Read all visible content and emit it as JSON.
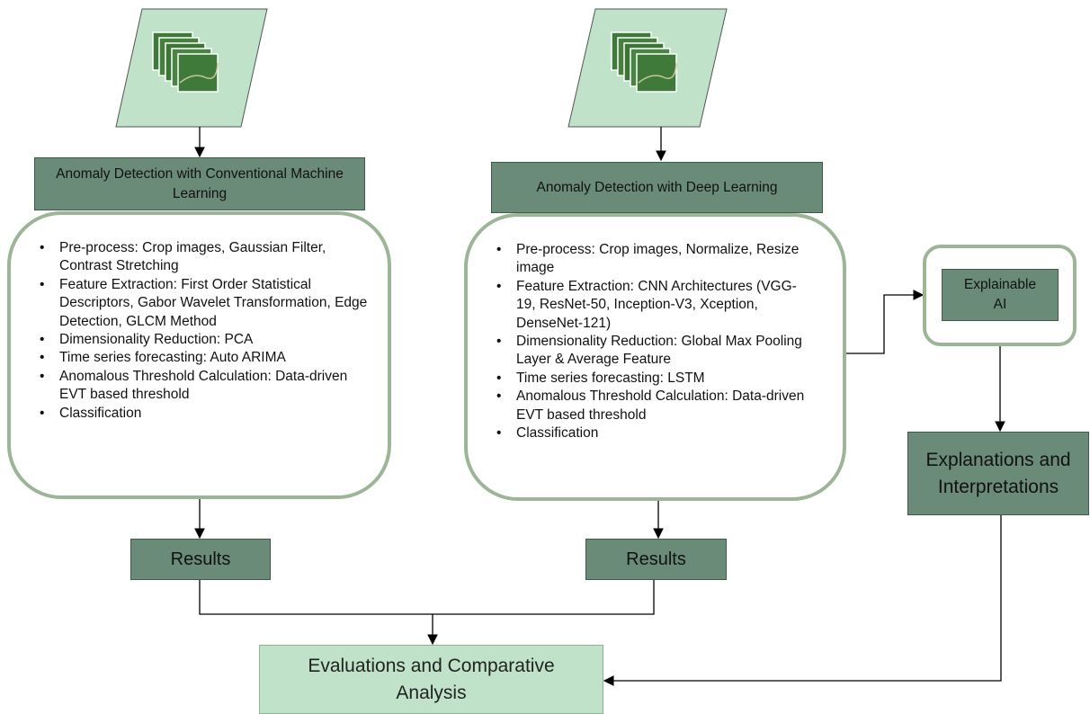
{
  "colors": {
    "dark_box_fill": "#6b8b79",
    "light_box_fill": "#bfe2c8",
    "rounded_border": "#9db597",
    "satellite_tile": "#3f7a3a",
    "arrow": "#000000"
  },
  "icons": {
    "input_left": "satellite-image-stack-icon",
    "input_right": "satellite-image-stack-icon"
  },
  "left": {
    "title": "Anomaly Detection with Conventional Machine Learning",
    "steps": [
      "Pre-process: Crop images, Gaussian Filter, Contrast Stretching",
      "Feature Extraction: First Order Statistical Descriptors, Gabor Wavelet Transformation, Edge Detection, GLCM Method",
      "Dimensionality Reduction: PCA",
      "Time series forecasting: Auto ARIMA",
      "Anomalous Threshold Calculation: Data-driven EVT based threshold",
      "Classification"
    ],
    "results": "Results"
  },
  "middle": {
    "title": "Anomaly Detection with Deep Learning",
    "steps": [
      "Pre-process: Crop images, Normalize, Resize image",
      "Feature Extraction: CNN Architectures (VGG-19, ResNet-50, Inception-V3, Xception, DenseNet-121)",
      "Dimensionality Reduction: Global Max Pooling Layer & Average Feature",
      "Time series forecasting: LSTM",
      "Anomalous Threshold Calculation: Data-driven EVT based threshold",
      "Classification"
    ],
    "results": "Results"
  },
  "right": {
    "xai": "Explainable AI",
    "explanations": "Explanations and Interpretations"
  },
  "bottom": {
    "evaluation": "Evaluations and Comparative Analysis"
  }
}
